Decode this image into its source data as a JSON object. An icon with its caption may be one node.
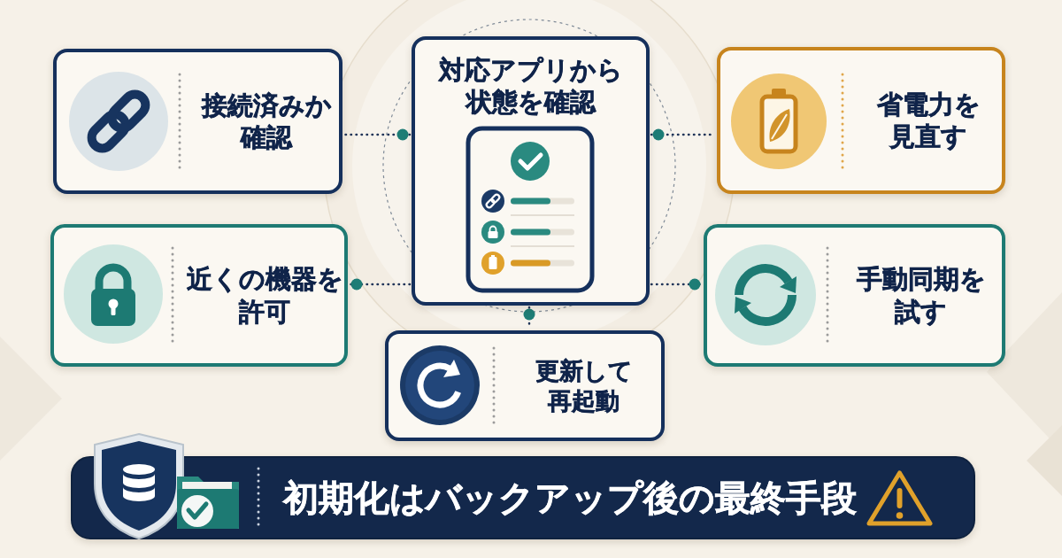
{
  "diagram": {
    "nodes": [
      {
        "text": [
          "接続済みか確認"
        ]
      },
      {
        "text": [
          "対応アプリから状態を確認"
        ]
      },
      {
        "text": [
          "省電力を見直す"
        ]
      },
      {
        "text": [
          "近くの機器を許可"
        ]
      },
      {
        "text": [
          "手動同期を試す"
        ]
      },
      {
        "text": [
          "更新して再起動"
        ]
      },
      {
        "text": [
          "初期化はバックアップ後の最終手段"
        ]
      }
    ],
    "edges": [
      {
        "from": 1,
        "to": 0,
        "arrow": "other"
      },
      {
        "from": 1,
        "to": 2,
        "arrow": "other"
      },
      {
        "from": 1,
        "to": 3,
        "arrow": "other"
      },
      {
        "from": 1,
        "to": 4,
        "arrow": "other"
      },
      {
        "from": 1,
        "to": 5,
        "arrow": "other"
      }
    ]
  }
}
